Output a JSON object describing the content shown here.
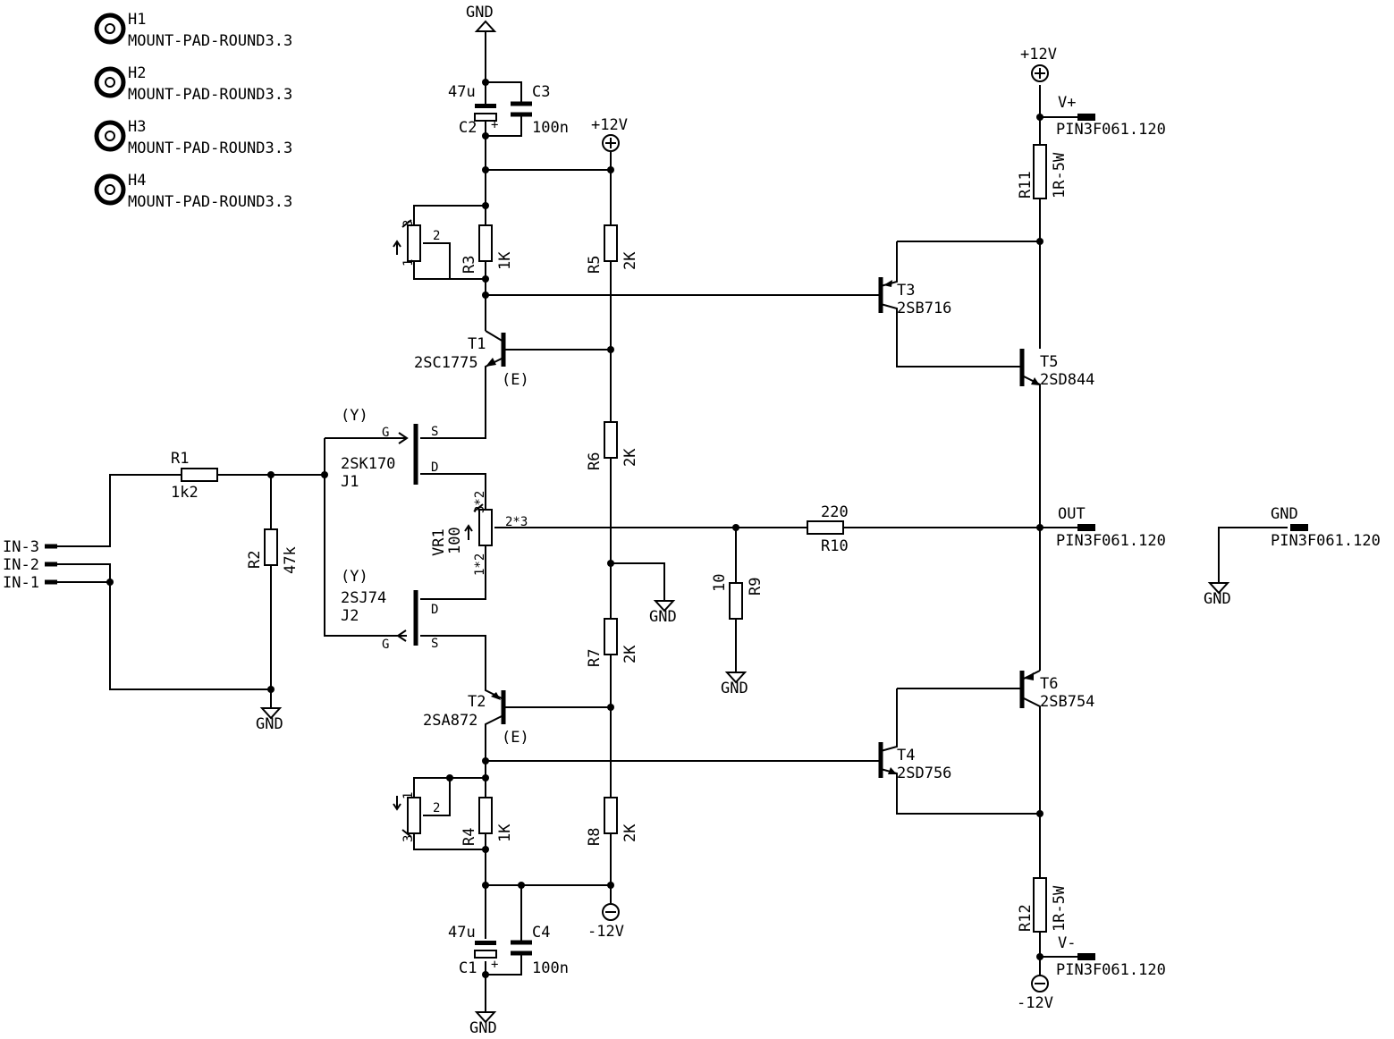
{
  "mounting_holes": [
    {
      "ref": "H1",
      "value": "MOUNT-PAD-ROUND3.3"
    },
    {
      "ref": "H2",
      "value": "MOUNT-PAD-ROUND3.3"
    },
    {
      "ref": "H3",
      "value": "MOUNT-PAD-ROUND3.3"
    },
    {
      "ref": "H4",
      "value": "MOUNT-PAD-ROUND3.3"
    }
  ],
  "power": {
    "gnd": "GND",
    "pos": "+12V",
    "neg": "-12V"
  },
  "capacitors": {
    "c2": {
      "ref": "C2",
      "value": "47u"
    },
    "c3": {
      "ref": "C3",
      "value": "100n"
    },
    "c1": {
      "ref": "C1",
      "value": "47u"
    },
    "c4": {
      "ref": "C4",
      "value": "100n"
    }
  },
  "resistors": {
    "r1": {
      "ref": "R1",
      "value": "1k2"
    },
    "r2": {
      "ref": "R2",
      "value": "47k"
    },
    "r3": {
      "ref": "R3",
      "value": "1K"
    },
    "r4": {
      "ref": "R4",
      "value": "1K"
    },
    "r5": {
      "ref": "R5",
      "value": "2K"
    },
    "r6": {
      "ref": "R6",
      "value": "2K"
    },
    "r7": {
      "ref": "R7",
      "value": "2K"
    },
    "r8": {
      "ref": "R8",
      "value": "2K"
    },
    "r9": {
      "ref": "R9",
      "value": "10"
    },
    "r10": {
      "ref": "R10",
      "value": "220"
    },
    "r11": {
      "ref": "R11",
      "value": "1R-5W"
    },
    "r12": {
      "ref": "R12",
      "value": "1R-5W"
    }
  },
  "trimmer_pins": {
    "p1": "1",
    "p2": "2",
    "p3": "3"
  },
  "vr1": {
    "ref": "VR1",
    "value": "100",
    "pin_top": "3*2",
    "pin_bottom": "1*2",
    "pin_wiper": "2*3"
  },
  "transistors": {
    "t1": {
      "ref": "T1",
      "part": "2SC1775",
      "note": "(E)"
    },
    "t2": {
      "ref": "T2",
      "part": "2SA872",
      "note": "(E)"
    },
    "t3": {
      "ref": "T3",
      "part": "2SB716"
    },
    "t4": {
      "ref": "T4",
      "part": "2SD756"
    },
    "t5": {
      "ref": "T5",
      "part": "2SD844"
    },
    "t6": {
      "ref": "T6",
      "part": "2SB754"
    }
  },
  "jfets": {
    "j1": {
      "ref": "J1",
      "part": "2SK170",
      "note": "(Y)",
      "g": "G",
      "s": "S",
      "d": "D"
    },
    "j2": {
      "ref": "J2",
      "part": "2SJ74",
      "note": "(Y)",
      "g": "G",
      "s": "S",
      "d": "D"
    }
  },
  "inputs": {
    "in3": "IN-3",
    "in2": "IN-2",
    "in1": "IN-1"
  },
  "connectors": {
    "vplus": {
      "net": "V+",
      "part": "PIN3F061.120"
    },
    "out": {
      "net": "OUT",
      "part": "PIN3F061.120"
    },
    "vminus": {
      "net": "V-",
      "part": "PIN3F061.120"
    },
    "gnd": {
      "net": "GND",
      "part": "PIN3F061.120"
    }
  }
}
